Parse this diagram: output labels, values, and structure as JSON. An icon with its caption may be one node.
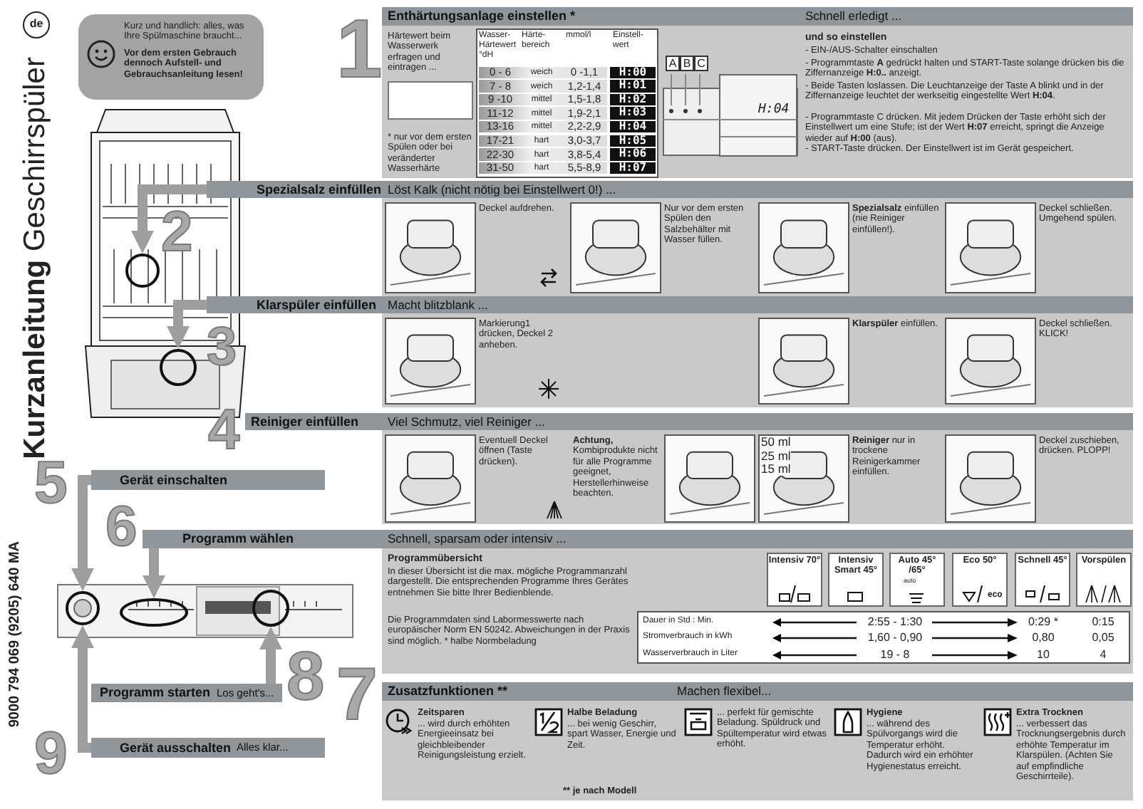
{
  "diagram": {
    "title": "**Kurzanleitung** Geschirrspüler",
    "nodes": [
      {
        "text": [
          "Kurz und handlich: alles, was Ihre Spülmaschine braucht...",
          "Vor dem ersten Gebrauch dennoch Aufstell- und Gebrauchsanleitung lesen!"
        ]
      },
      {
        "text": [
          "Enthärtungsanlage einstellen *",
          "Schnell erledigt ..."
        ],
        "beside": [
          "1"
        ]
      },
      {
        "text": [
          "Spezialsalz einfüllen",
          "Löst Kalk (nicht nötig bei Einstellwert 0!) ..."
        ],
        "beside": [
          "2"
        ]
      },
      {
        "text": [
          "Klarspüler einfüllen",
          "Macht blitzblank ..."
        ],
        "beside": [
          "3"
        ]
      },
      {
        "text": [
          "Reiniger einfüllen",
          "Viel Schmutz, viel Reiniger ..."
        ],
        "beside": [
          "4"
        ]
      },
      {
        "text": [
          "Gerät einschalten"
        ],
        "beside": [
          "5"
        ]
      },
      {
        "text": [
          "Programm wählen",
          "Schnell, sparsam oder intensiv ..."
        ],
        "beside": [
          "6"
        ]
      },
      {
        "text": [
          "Zusatzfunktionen **",
          "Machen flexibel..."
        ],
        "beside": [
          "7"
        ]
      },
      {
        "text": [
          "Programm starten",
          "Los geht's..."
        ],
        "beside": [
          "8"
        ]
      },
      {
        "text": [
          "Gerät ausschalten",
          "Alles klar..."
        ],
        "beside": [
          "9"
        ]
      },
      {
        "text": [],
        "shape": "circle"
      },
      {
        "text": [],
        "shape": "circle"
      },
      {
        "text": [],
        "shape": "circle"
      },
      {
        "text": [],
        "shape": "circle"
      },
      {
        "text": [],
        "shape": "circle"
      }
    ],
    "edges": [
      {
        "from": 2,
        "to": 10,
        "arrow": "to"
      },
      {
        "from": 3,
        "to": 11,
        "arrow": "to"
      },
      {
        "from": 5,
        "to": 12,
        "arrow": "to"
      },
      {
        "from": 6,
        "to": 13,
        "arrow": "to"
      },
      {
        "from": 8,
        "to": 14,
        "arrow": "to"
      },
      {
        "from": 9,
        "to": 12,
        "arrow": "to"
      }
    ],
    "labels": [
      "de",
      "9000 794 069 (9205) 640 MA",
      "Härtewert beim Wasserwerk erfragen und eintragen ...",
      "* nur vor dem ersten Spülen oder bei veränderter Wasserhärte",
      "Wasser-Härtewert °dH",
      "Härte-bereich",
      "mmol/l",
      "Einstell-wert",
      "0 - 6",
      "weich",
      "0 -1,1",
      "H:00",
      "7 - 8",
      "weich",
      "1,2-1,4",
      "H:01",
      "9 -10",
      "mittel",
      "1,5-1,8",
      "H:02",
      "11-12",
      "mittel",
      "1,9-2,1",
      "H:03",
      "13-16",
      "mittel",
      "2,2-2,9",
      "H:04",
      "17-21",
      "hart",
      "3,0-3,7",
      "H:05",
      "22-30",
      "hart",
      "3,8-5,4",
      "H:06",
      "31-50",
      "hart",
      "5,5-8,9",
      "H:07",
      "A",
      "B",
      "C",
      "H:04",
      "und so einstellen",
      "- EIN-/AUS-Schalter einschalten",
      "- Programmtaste **A** gedrückt halten und START-Taste solange drücken bis die Ziffernanzeige **H:0..** anzeigt.",
      "- Beide Tasten loslassen. Die Leuchtanzeige der Taste A blinkt und in der Ziffernanzeige leuchtet der werkseitig eingestellte Wert **H:04**.",
      "- Programmtaste C drücken. Mit jedem Drücken der Taste erhöht sich der Einstellwert um eine Stufe; ist der Wert **H:07** erreicht, springt die Anzeige wieder auf **H:00** (aus).",
      "- START-Taste drücken. Der Einstellwert ist im Gerät gespeichert.",
      "Deckel aufdrehen.",
      "Nur vor dem ersten Spülen den Salzbehälter mit Wasser füllen.",
      "**Spezialsalz** einfüllen (nie Reiniger einfüllen!).",
      "Deckel schließen. Umgehend spülen.",
      "Markierung1 drücken, Deckel 2 anheben.",
      "**Klarspüler** einfüllen.",
      "Deckel schließen. KLICK!",
      "Eventuell Deckel öffnen (Taste drücken).",
      "**Achtung,** Kombiprodukte nicht für alle Programme geeignet, Herstellerhinweise beachten.",
      "50 ml",
      "25 ml",
      "15 ml",
      "**Reiniger** nur in trockene Reinigerkammer einfüllen.",
      "Deckel zuschieben, drücken. PLOPP!",
      "Programmübersicht",
      "In dieser Übersicht ist die max. mögliche Programmanzahl dargestellt. Die entsprechenden Programme Ihres Gerätes entnehmen Sie bitte Ihrer Bedienblende.",
      "Die Programmdaten sind Labormesswerte nach europäischer Norm EN 50242. Abweichungen in der Praxis sind möglich. * halbe Normbeladung",
      "Intensiv 70°",
      "Intensiv Smart 45°",
      "Auto 45° /65°",
      "Eco 50°",
      "Schnell 45°",
      "Vorspülen",
      "auto",
      "eco",
      "Dauer in Std : Min.",
      "2:55 - 1:30",
      "0:29 *",
      "0:15",
      "Stromverbrauch in kWh",
      "1,60 - 0,90",
      "0,80",
      "0,05",
      "Wasserverbrauch in Liter",
      "19 - 8",
      "10",
      "4",
      "Zeitsparen",
      "... wird durch erhöhten Energieeinsatz bei gleichbleibender Reinigungsleistung erzielt.",
      "Halbe Beladung",
      "... bei wenig Geschirr, spart Wasser, Energie und Zeit.",
      "... perfekt für gemischte Beladung. Spüldruck und Spültemperatur wird etwas erhöht.",
      "Hygiene",
      "... während des Spülvorgangs wird die Temperatur erhöht. Dadurch wird ein erhöhter Hygienestatus erreicht.",
      "Extra Trocknen",
      "... verbessert das Trocknungsergebnis durch erhöhte Temperatur im Klarspülen. (Achten Sie auf empfindliche Geschirrteile).",
      "** je nach Modell"
    ]
  }
}
